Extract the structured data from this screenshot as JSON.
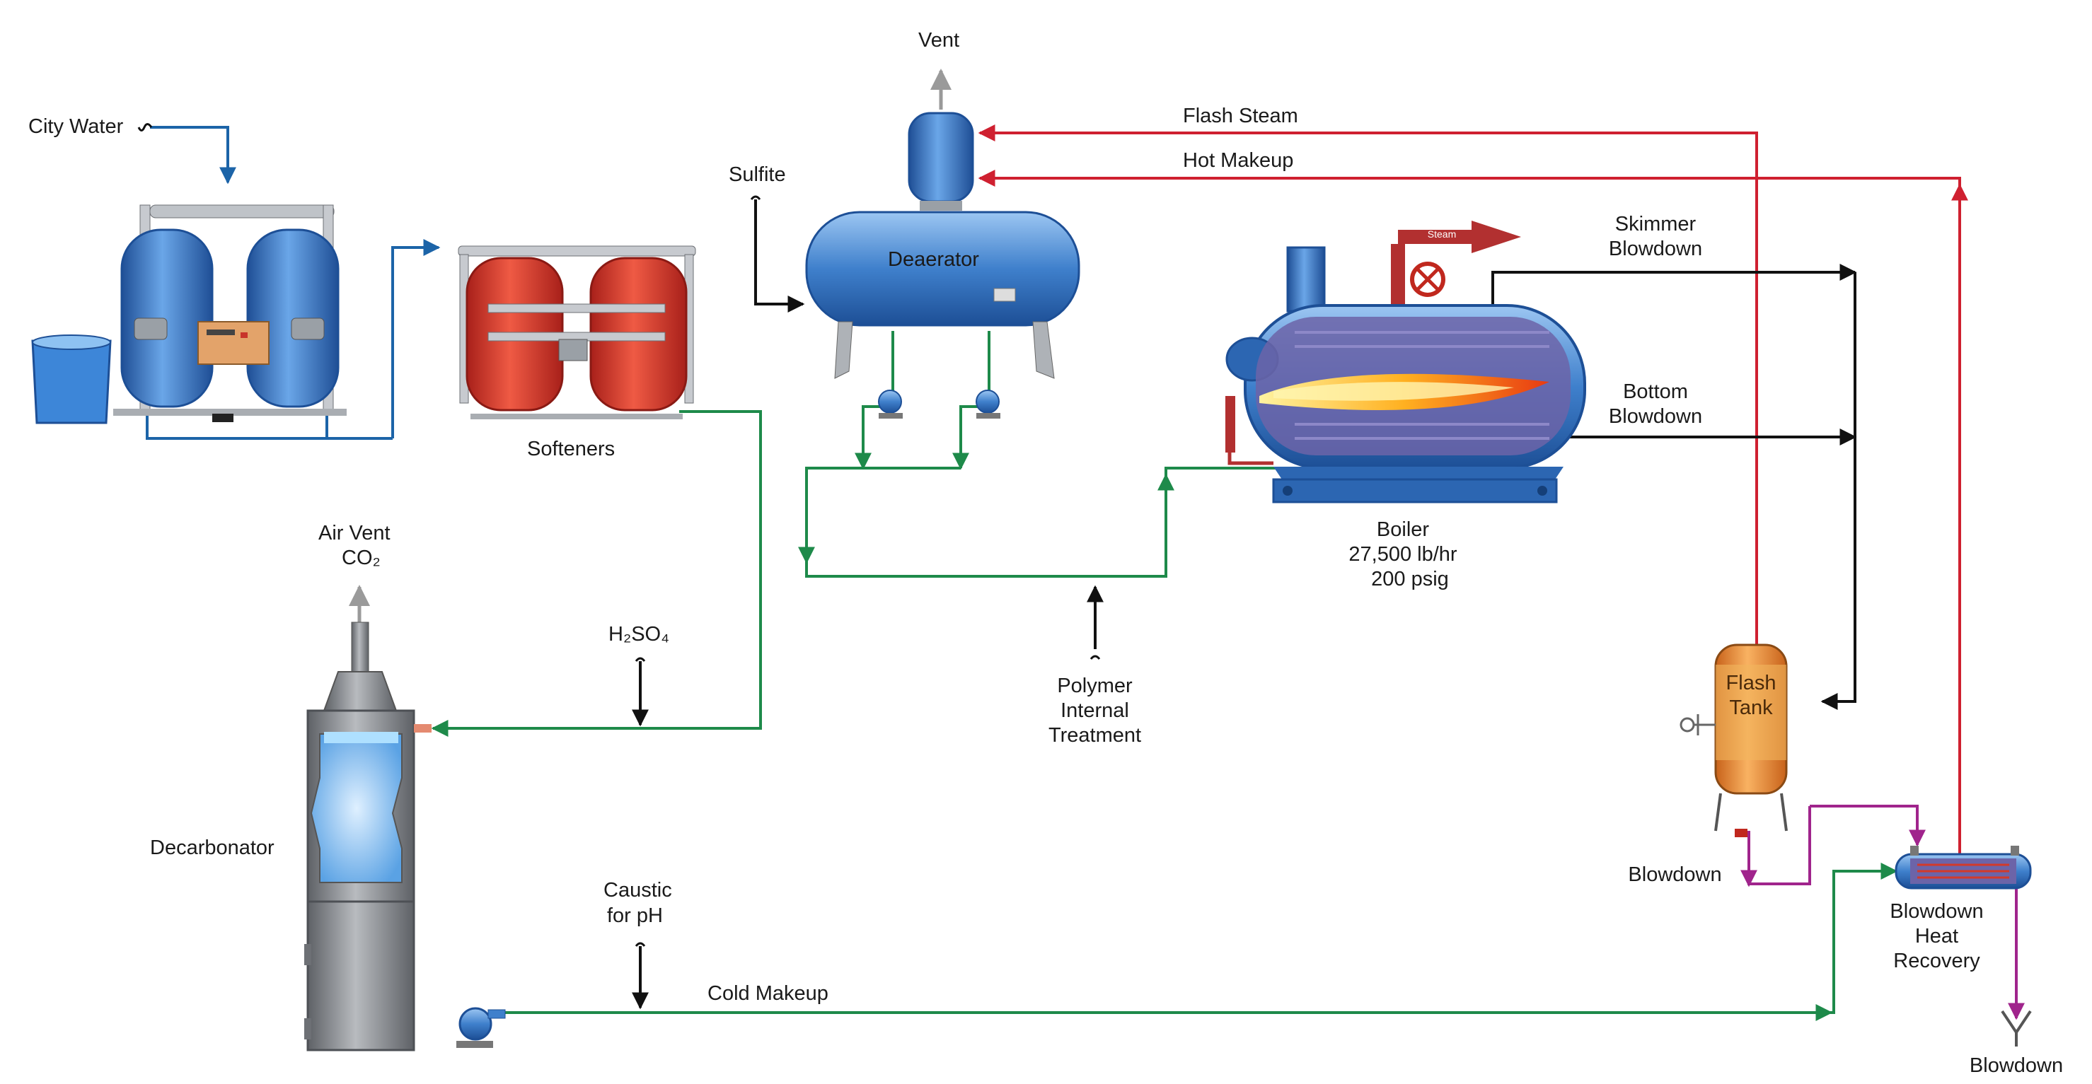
{
  "labels": {
    "city_water": "City Water",
    "softeners": "Softeners",
    "air_vent_1": "Air Vent",
    "air_vent_2": "CO₂",
    "h2so4": "H₂SO₄",
    "decarbonator": "Decarbonator",
    "caustic_1": "Caustic",
    "caustic_2": "for pH",
    "cold_makeup": "Cold Makeup",
    "vent": "Vent",
    "sulfite": "Sulfite",
    "deaerator": "Deaerator",
    "flash_steam": "Flash Steam",
    "hot_makeup": "Hot Makeup",
    "skimmer_1": "Skimmer",
    "skimmer_2": "Blowdown",
    "bottom_1": "Bottom",
    "bottom_2": "Blowdown",
    "steam": "Steam",
    "boiler_1": "Boiler",
    "boiler_2": "27,500 lb/hr",
    "boiler_3": "200 psig",
    "polymer_1": "Polymer",
    "polymer_2": "Internal",
    "polymer_3": "Treatment",
    "flash_tank_1": "Flash",
    "flash_tank_2": "Tank",
    "blowdown_ft": "Blowdown",
    "bhr_1": "Blowdown",
    "bhr_2": "Heat",
    "bhr_3": "Recovery",
    "blowdown_drain": "Blowdown"
  },
  "colors": {
    "water_blue": "#1c64a8",
    "feed_green": "#1e8a4a",
    "steam_red": "#cf2030",
    "blowdown_black": "#111111",
    "blowdown_purple": "#a0248c",
    "vessel_blue": "#3f80cc",
    "softener_red": "#d8372e",
    "flash_tank_orange": "#f08a2a",
    "decarbonator_gray": "#8a8d91"
  }
}
